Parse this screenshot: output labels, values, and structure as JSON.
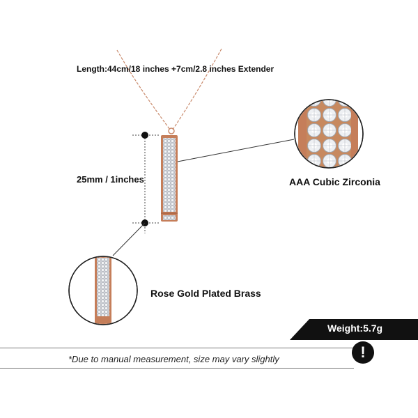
{
  "product": {
    "length_label": "Length:44cm/18 inches +7cm/2.8 inches Extender",
    "size_label": "25mm / 1inches",
    "stone_label": "AAA Cubic Zirconia",
    "material_label": "Rose Gold Plated Brass",
    "weight_label": "Weight:5.7g"
  },
  "notice": {
    "text": "*Due to manual measurement, size may vary slightly",
    "icon": "exclamation-icon",
    "icon_glyph": "!"
  },
  "colors": {
    "rose_gold": "#c9805f",
    "crystal": "#e4e6ea",
    "banner": "#111111"
  }
}
